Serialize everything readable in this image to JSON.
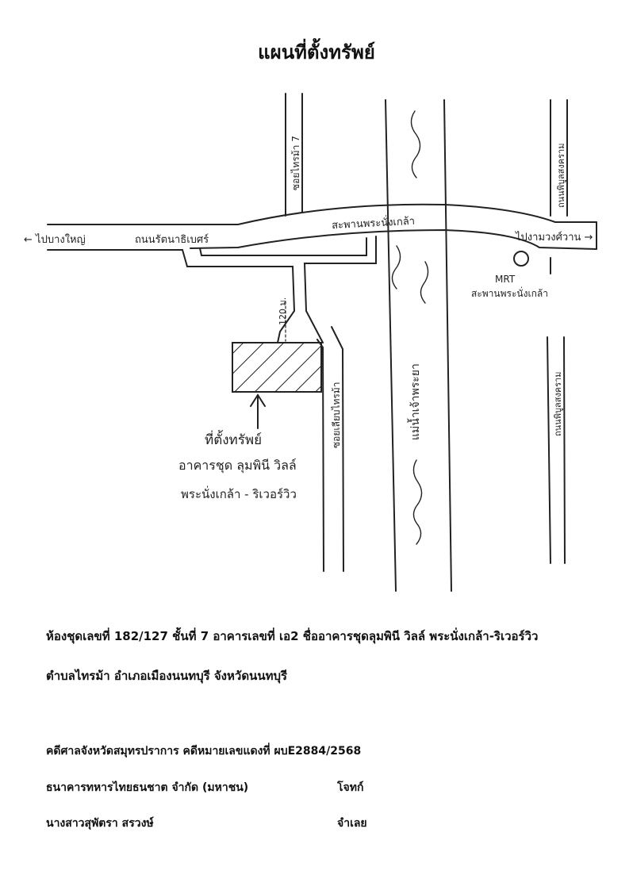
{
  "title": "แผนที่ตั้งทรัพย์",
  "map_labels": {
    "soi_north": "ซอยไทรม้า 7",
    "road_west": "← ไปบางใหญ่",
    "road_name": "ถนนรัตนาธิเบศร์",
    "bridge": "สะพานพระนั่งเกล้า",
    "road_east": "ไปงามวงศ์วาน →",
    "mrt": "MRT",
    "mrt_station": "สะพานพระนั่งเกล้า",
    "road_ne": "ถนนพิบูลสงคราม",
    "road_se": "ถนนพิบูลสงคราม",
    "river": "แม่น้ำเจ้าพระยา",
    "soi_south": "ซอยเลียบไทรม้า",
    "distance": "120 ม.",
    "location_label": "ที่ตั้งทรัพย์",
    "building_name": "อาคารชุด ลุมพินี วิลล์",
    "building_sub": "พระนั่งเกล้า - ริเวอร์วิว"
  },
  "property": {
    "line1": "ห้องชุดเลขที่ 182/127 ชั้นที่ 7 อาคารเลขที่ เอ2 ชื่ออาคารชุดลุมพินี วิลล์ พระนั่งเกล้า-ริเวอร์วิว",
    "line2": "ตำบลไทรม้า  อำเภอเมืองนนทบุรี จังหวัดนนทบุรี"
  },
  "case": {
    "court": "คดีศาลจังหวัดสมุทรปราการ คดีหมายเลขแดงที่  ผบE2884/2568",
    "plaintiff_name": "ธนาคารทหารไทยธนชาต จำกัด (มหาชน)",
    "plaintiff_role": "โจทก์",
    "defendant_name": "นางสาวสุพัตรา สรวงษ์",
    "defendant_role": "จำเลย"
  }
}
